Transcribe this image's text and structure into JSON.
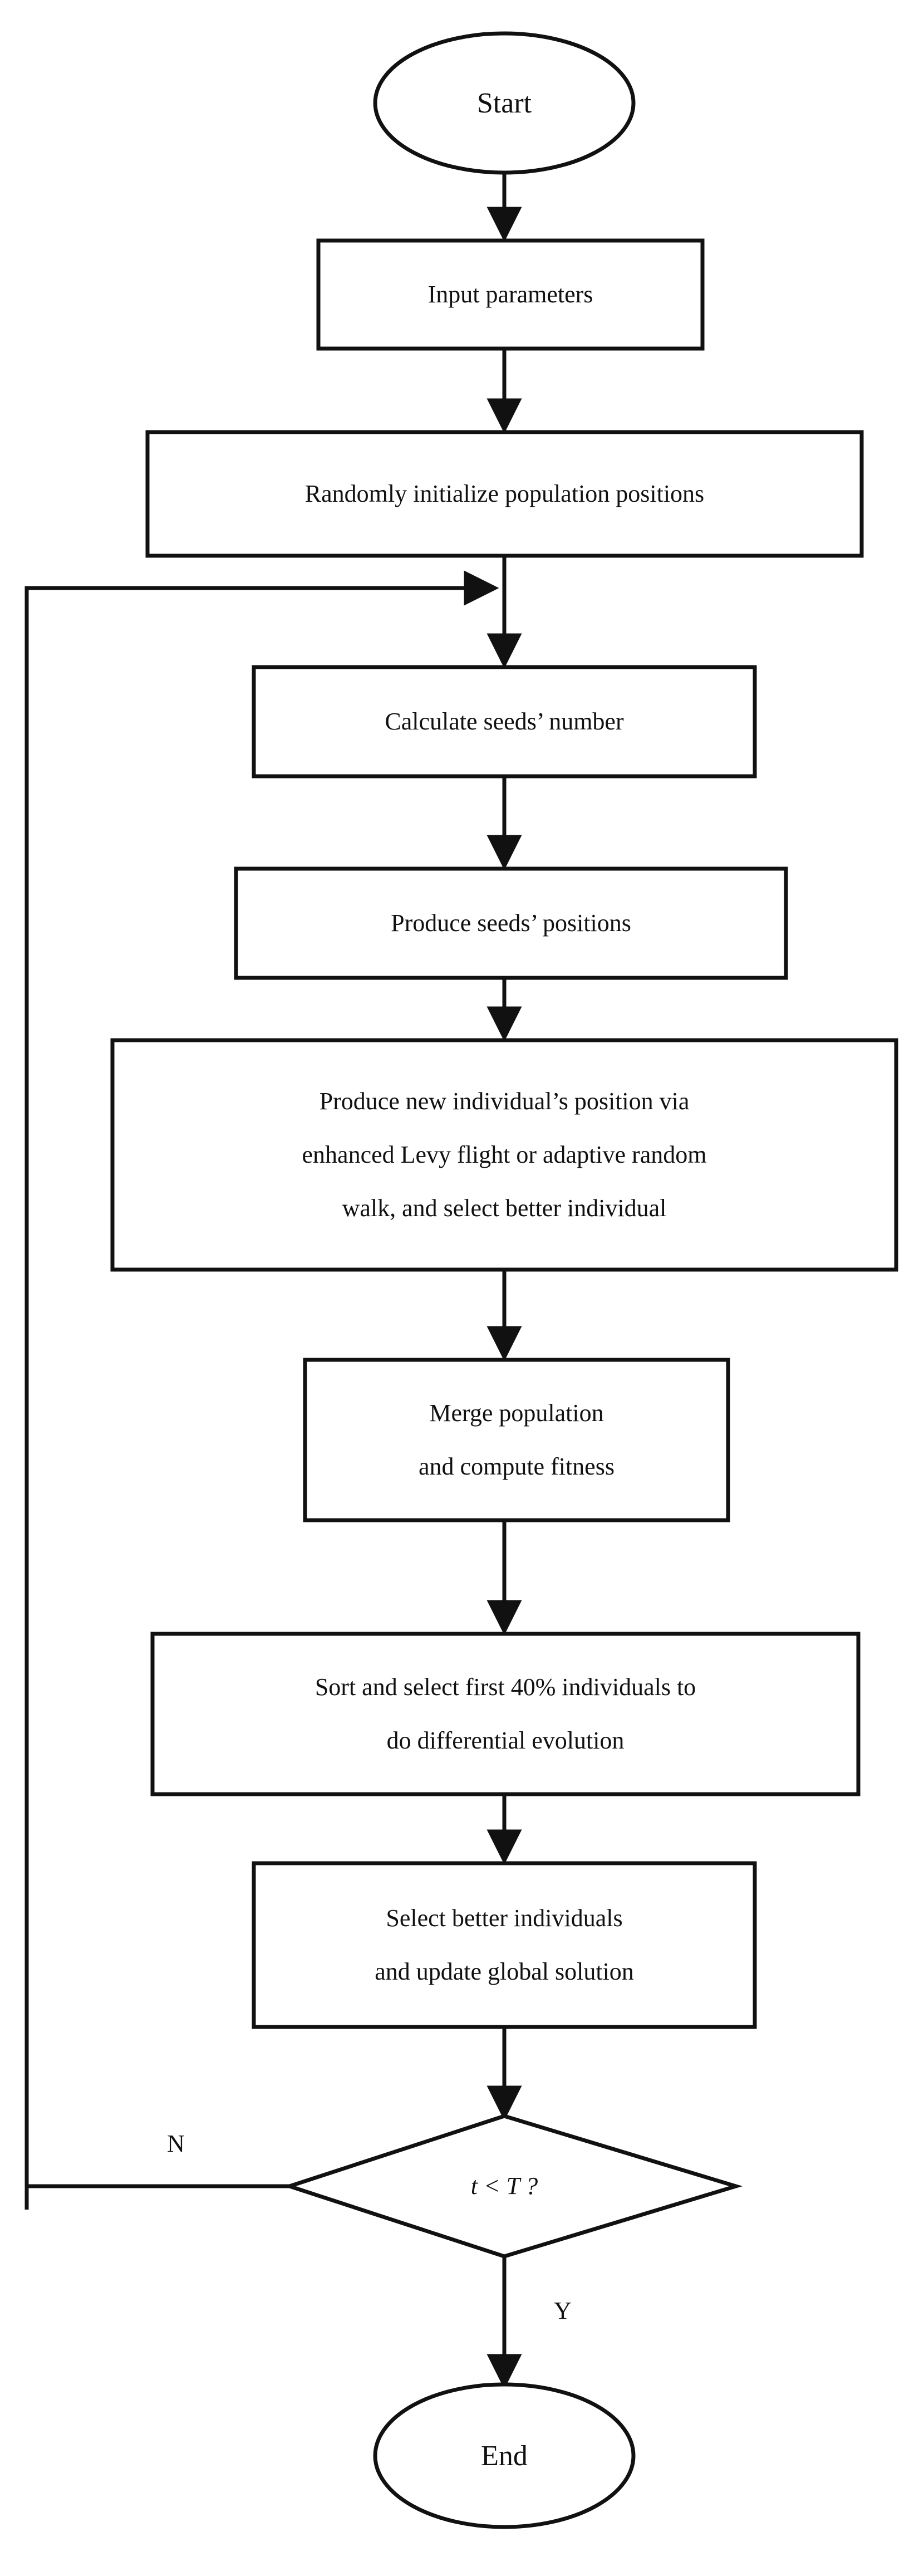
{
  "diagram": {
    "type": "flowchart",
    "orientation": "top-to-bottom",
    "background_color": "#ffffff",
    "stroke_color": "#111111",
    "text_color": "#111111"
  },
  "nodes": {
    "start": {
      "shape": "ellipse",
      "label": "Start"
    },
    "input_parameters": {
      "shape": "rectangle",
      "label": "Input parameters"
    },
    "initialize_population": {
      "shape": "rectangle",
      "label": "Randomly initialize population positions"
    },
    "calculate_seeds_number": {
      "shape": "rectangle",
      "label": "Calculate seeds’ number"
    },
    "produce_seeds_positions": {
      "shape": "rectangle",
      "label": "Produce seeds’ positions"
    },
    "produce_new_position": {
      "shape": "rectangle",
      "lines": [
        "Produce new individual’s position via",
        "enhanced Levy flight or adaptive random",
        "walk, and select better individual"
      ]
    },
    "merge_population": {
      "shape": "rectangle",
      "lines": [
        "Merge population",
        "and compute fitness"
      ]
    },
    "sort_select_de": {
      "shape": "rectangle",
      "lines": [
        "Sort and select first 40% individuals to",
        "do differential evolution"
      ]
    },
    "select_update_global": {
      "shape": "rectangle",
      "lines": [
        "Select better individuals",
        "and update global solution"
      ]
    },
    "decision_iteration": {
      "shape": "diamond",
      "label": "t < T ?"
    },
    "end": {
      "shape": "ellipse",
      "label": "End"
    }
  },
  "edge_labels": {
    "no_branch": "N",
    "yes_branch": "Y"
  },
  "flow_sequence": [
    "start",
    "input_parameters",
    "initialize_population",
    "calculate_seeds_number",
    "produce_seeds_positions",
    "produce_new_position",
    "merge_population",
    "sort_select_de",
    "select_update_global",
    "decision_iteration",
    "end"
  ],
  "loop_back": {
    "from": "decision_iteration",
    "to": "calculate_seeds_number",
    "label": "N",
    "direction": "left-side-rail"
  }
}
